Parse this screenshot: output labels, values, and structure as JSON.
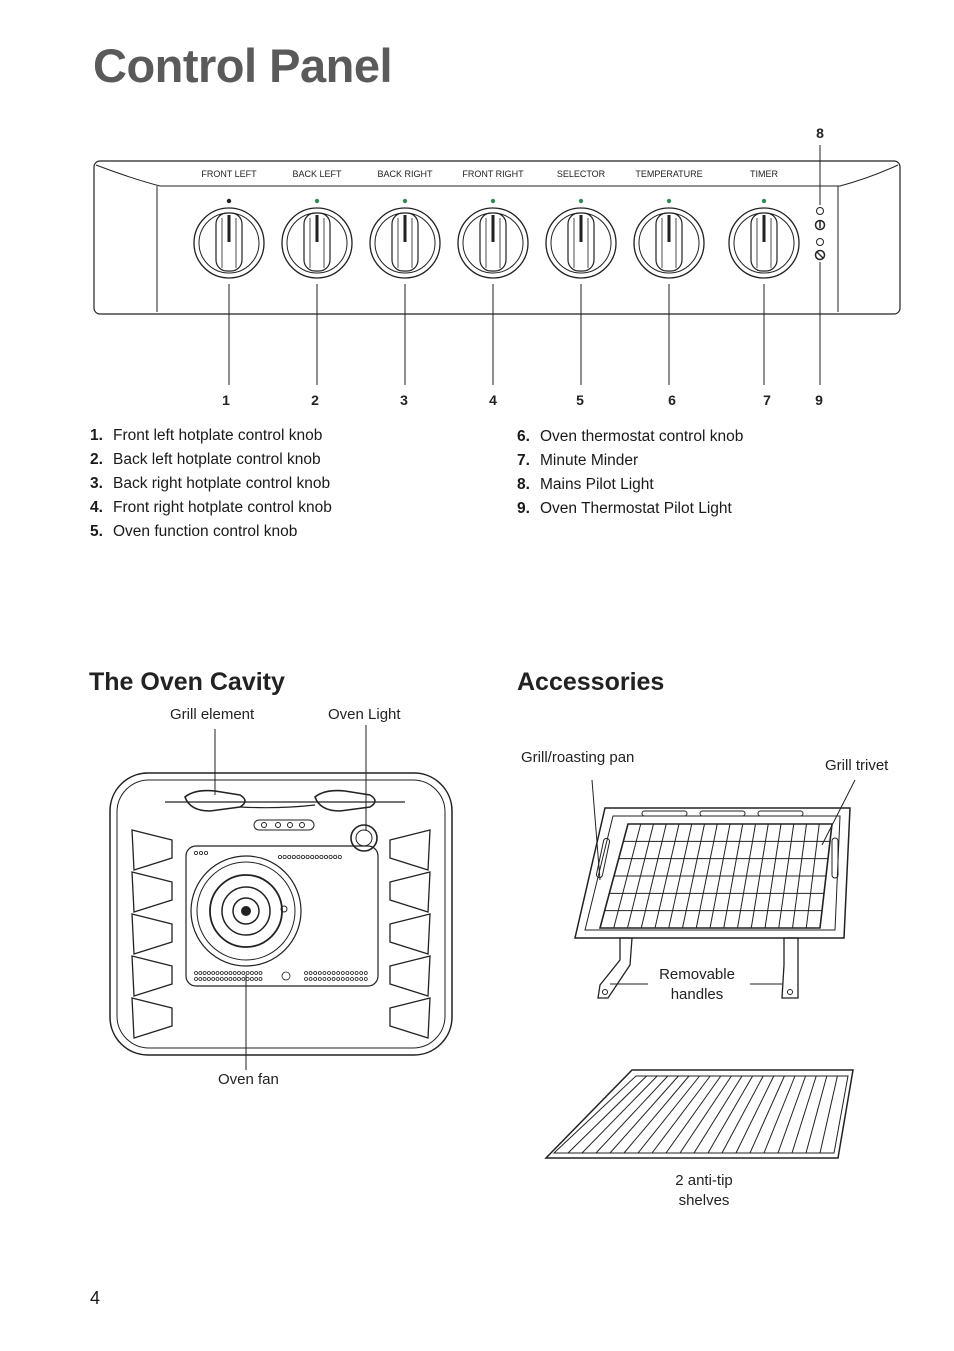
{
  "page": {
    "title": "Control Panel",
    "page_number": "4"
  },
  "control_panel": {
    "knob_labels": [
      "FRONT LEFT",
      "BACK LEFT",
      "BACK RIGHT",
      "FRONT RIGHT",
      "SELECTOR",
      "TEMPERATURE",
      "TIMER"
    ],
    "callouts": [
      "1",
      "2",
      "3",
      "4",
      "5",
      "6",
      "7",
      "8",
      "9"
    ],
    "legend_left": [
      {
        "num": "1.",
        "text": "Front left hotplate control knob"
      },
      {
        "num": "2.",
        "text": "Back left hotplate control knob"
      },
      {
        "num": "3.",
        "text": "Back right hotplate control knob"
      },
      {
        "num": "4.",
        "text": "Front right hotplate control knob"
      },
      {
        "num": "5.",
        "text": "Oven function control knob"
      }
    ],
    "legend_right": [
      {
        "num": "6.",
        "text": "Oven thermostat control knob"
      },
      {
        "num": "7.",
        "text": "Minute Minder"
      },
      {
        "num": "8.",
        "text": "Mains Pilot Light"
      },
      {
        "num": "9.",
        "text": "Oven Thermostat Pilot Light"
      }
    ]
  },
  "oven_cavity": {
    "title": "The Oven Cavity",
    "labels": {
      "grill_element": "Grill element",
      "oven_light": "Oven Light",
      "oven_fan": "Oven fan"
    }
  },
  "accessories": {
    "title": "Accessories",
    "labels": {
      "grill_pan": "Grill/roasting pan",
      "grill_trivet": "Grill trivet",
      "handles_line1": "Removable",
      "handles_line2": "handles",
      "shelves_line1": "2 anti-tip",
      "shelves_line2": "shelves"
    }
  }
}
